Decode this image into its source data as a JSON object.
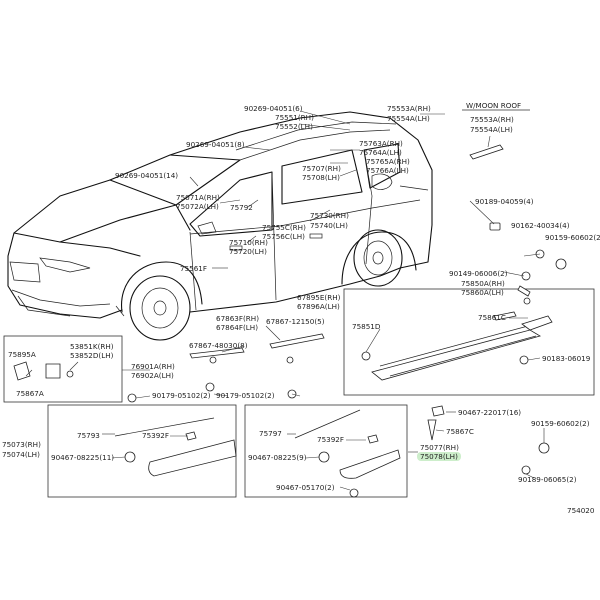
{
  "labels": {
    "p90269_6": "90269-04051(6)",
    "p90269_8": "90269-04051(8)",
    "p90269_14": "90269-04051(14)",
    "p75551": "75551(RH)",
    "p75552": "75552(LH)",
    "p75553a_rh": "75553A(RH)",
    "p75554a_lh": "75554A(LH)",
    "moonroof": "W/MOON ROOF",
    "p75553a_rh_b": "75553A(RH)",
    "p75554a_lh_b": "75554A(LH)",
    "p75763a": "75763A(RH)",
    "p75764a": "75764A(LH)",
    "p75765a": "75765A(RH)",
    "p75766a": "75766A(LH)",
    "p75707": "75707(RH)",
    "p75708": "75708(LH)",
    "p75071a": "75071A(RH)",
    "p75072a": "75072A(LH)",
    "p75792": "75792",
    "p75730": "75730(RH)",
    "p75740": "75740(LH)",
    "p75755c": "75755C(RH)",
    "p75756c": "75756C(LH)",
    "p75710": "75710(RH)",
    "p75720": "75720(LH)",
    "p75561f": "75561F",
    "p90189_4": "90189-04059(4)",
    "p90162_4": "90162-40034(4)",
    "p90159_2a": "90159-60602(2)",
    "p90149": "90149-06006(2)",
    "p75850a": "75850A(RH)",
    "p75860a": "75860A(LH)",
    "p75861c": "75861C",
    "p75851d": "75851D",
    "p90183": "90183-06019",
    "p67895e": "67895E(RH)",
    "p67896a": "67896A(LH)",
    "p67863f": "67863F(RH)",
    "p67864f": "67864F(LH)",
    "p67867_5": "67867-12150(5)",
    "p67867_8": "67867-48030(8)",
    "p75895a": "75895A",
    "p53851k": "53851K(RH)",
    "p53852d": "53852D(LH)",
    "p76901a": "76901A(RH)",
    "p76902a": "76902A(LH)",
    "p75867a": "75867A",
    "p90179_2a": "90179-05102(2)",
    "p90179_2b": "90179-05102(2)",
    "p75073": "75073(RH)",
    "p75074": "75074(LH)",
    "p75793": "75793",
    "p75392f_a": "75392F",
    "p90467_11": "90467-08225(11)",
    "p75797": "75797",
    "p75392f_b": "75392F",
    "p90467_9": "90467-08225(9)",
    "p75077": "75077(RH)",
    "p75078": "75078(LH)",
    "p90467_5": "90467-05170(2)",
    "p90467_16": "90467-22017(16)",
    "p75867c": "75867C",
    "p90159_2b": "90159-60602(2)",
    "p90189_2": "90189-06065(2)",
    "figure_no": "754020"
  },
  "colors": {
    "highlight": "#cdeecb",
    "ink": "#222222"
  }
}
